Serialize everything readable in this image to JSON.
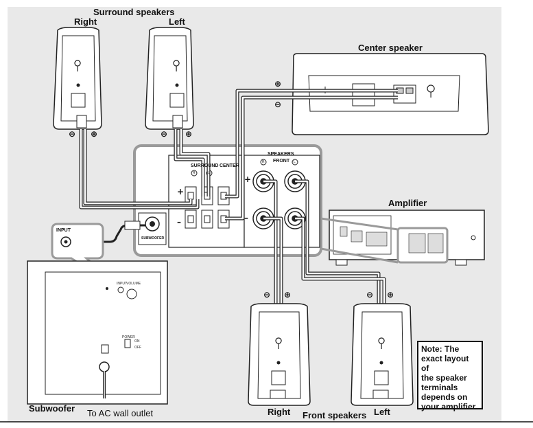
{
  "labels": {
    "surround_speakers": "Surround speakers",
    "surround_right": "Right",
    "surround_left": "Left",
    "center_speaker": "Center speaker",
    "amplifier": "Amplifier",
    "subwoofer": "Subwoofer",
    "ac_outlet": "To AC wall outlet",
    "front_speakers": "Front speakers",
    "front_right": "Right",
    "front_left": "Left"
  },
  "panel": {
    "speakers": "SPEAKERS",
    "surround": "SURROUND",
    "center": "CENTER",
    "front": "FRONT",
    "r": "R",
    "l": "L",
    "plus": "+",
    "minus": "–",
    "subwoofer_jack": "SUBWOOFER"
  },
  "input_callout": {
    "label": "INPUT"
  },
  "sub_panel": {
    "input": "INPUT",
    "volume": "VOLUME",
    "power": "POWER",
    "on": "ON",
    "off": "OFF"
  },
  "note": {
    "lines": [
      "Note: The",
      "exact layout of",
      "the speaker",
      "terminals",
      "depends on",
      "your amplifier."
    ]
  },
  "polarity": {
    "minus": "⊖",
    "plus": "⊕"
  },
  "colors": {
    "line": "#222222",
    "panel_gray": "#9a9a9a",
    "background_panel": "#e9e9e9",
    "wire_fill": "#ffffff"
  }
}
